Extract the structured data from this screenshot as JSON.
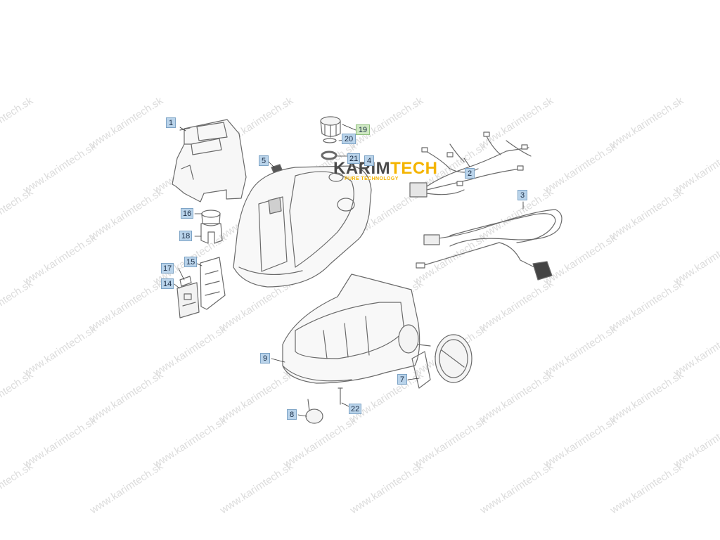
{
  "watermark_text": "www.karimtech.sk",
  "logo": {
    "name_a": "KARIM",
    "name_b": "TECH",
    "tagline": "PURE TECHNOLOGY"
  },
  "callouts": [
    {
      "id": "c1",
      "label": "1"
    },
    {
      "id": "c2",
      "label": "2"
    },
    {
      "id": "c3",
      "label": "3"
    },
    {
      "id": "c4",
      "label": "4"
    },
    {
      "id": "c5",
      "label": "5"
    },
    {
      "id": "c7",
      "label": "7"
    },
    {
      "id": "c8",
      "label": "8"
    },
    {
      "id": "c9",
      "label": "9"
    },
    {
      "id": "c14",
      "label": "14"
    },
    {
      "id": "c15",
      "label": "15"
    },
    {
      "id": "c16",
      "label": "16"
    },
    {
      "id": "c17",
      "label": "17"
    },
    {
      "id": "c18",
      "label": "18"
    },
    {
      "id": "c19",
      "label": "19"
    },
    {
      "id": "c20",
      "label": "20"
    },
    {
      "id": "c21",
      "label": "21"
    },
    {
      "id": "c22",
      "label": "22"
    }
  ],
  "colors": {
    "callout_fill": "#b9d3ea",
    "callout_highlight": "#cfe8c3",
    "logo_accent": "#f4b400",
    "line_art": "#6a6a6a"
  }
}
